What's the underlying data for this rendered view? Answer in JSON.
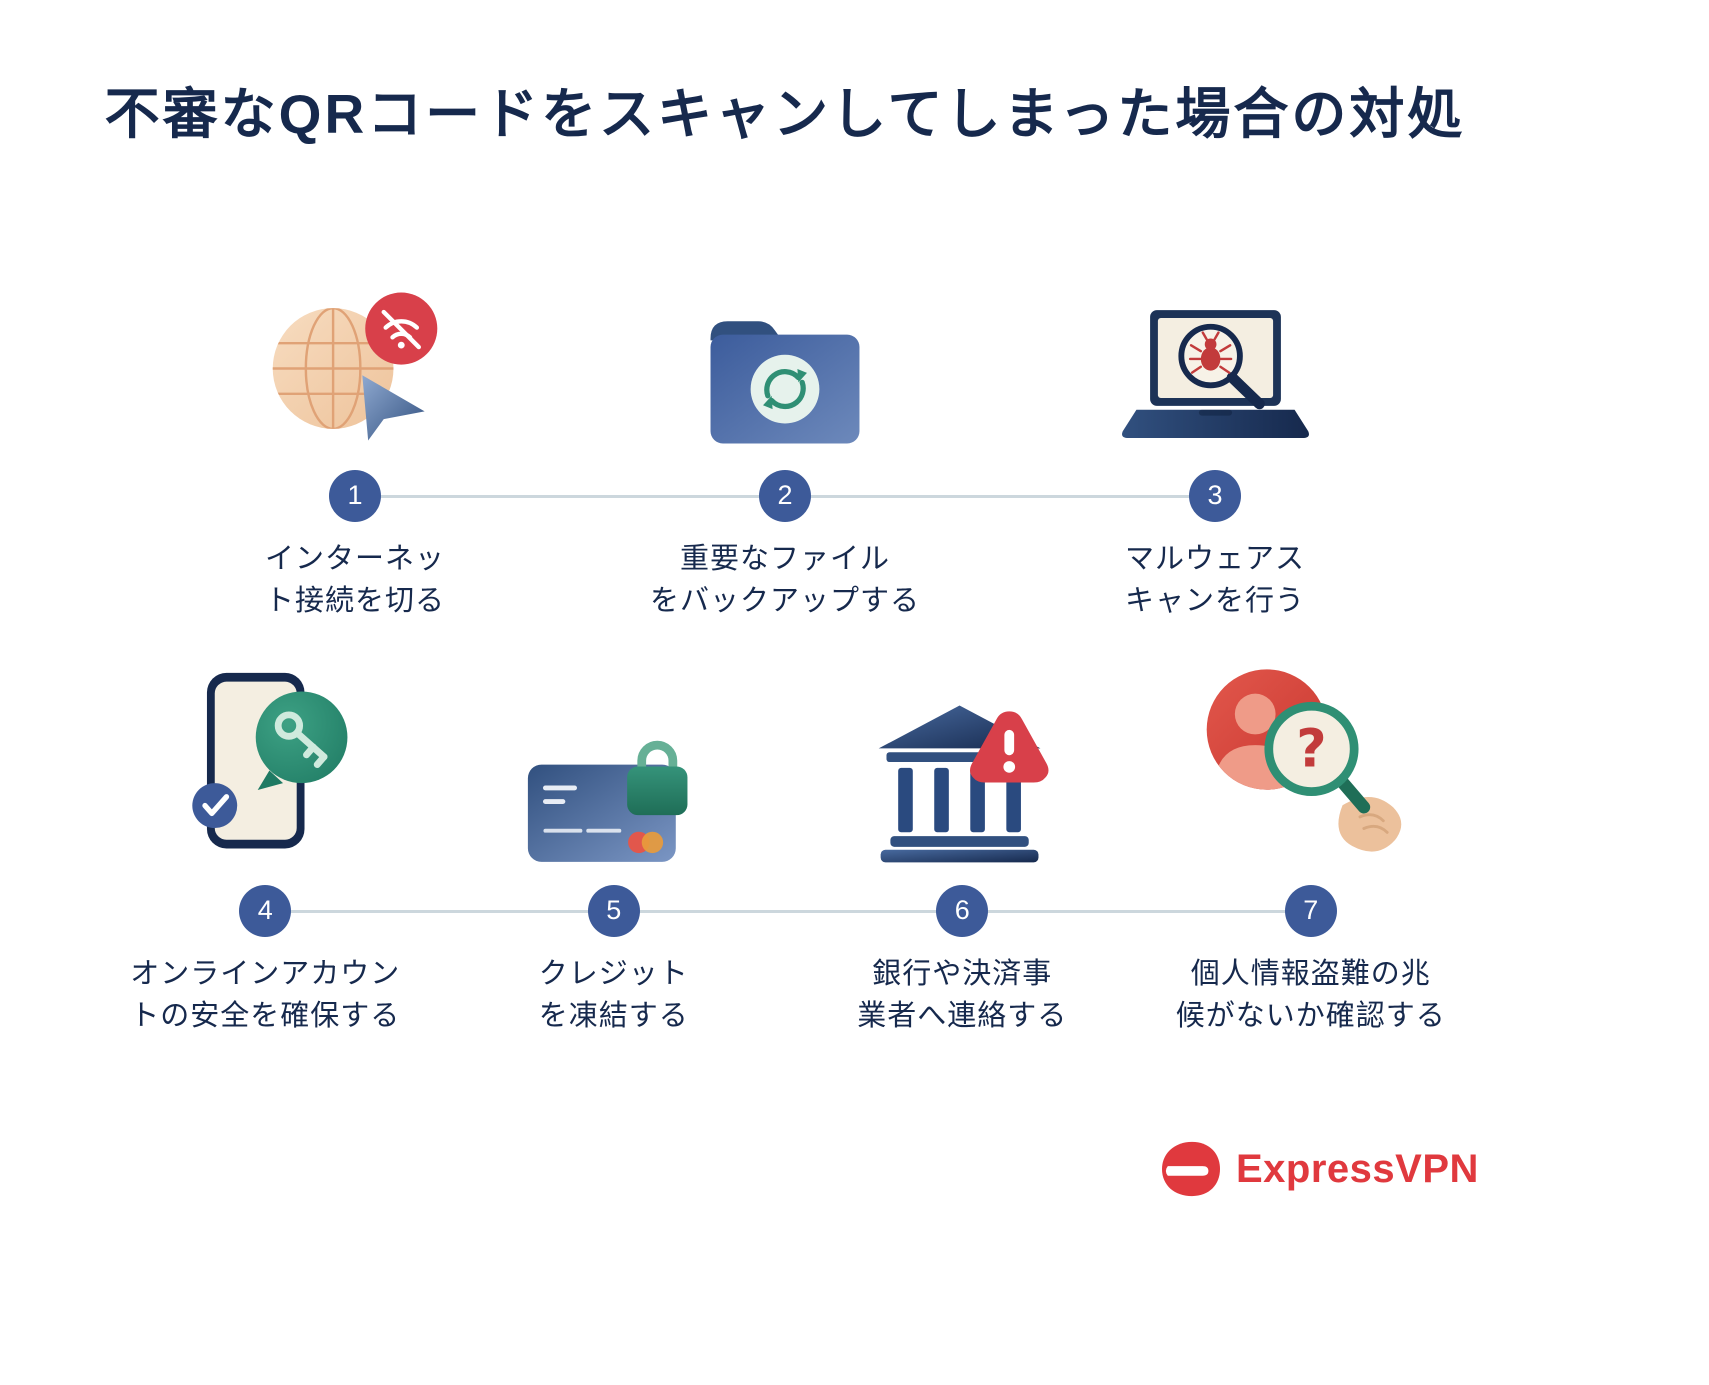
{
  "title": "不審なQRコードをスキャンしてしまった場合の対処",
  "steps": [
    {
      "number": "1",
      "label": "インターネッ\nト接続を切る",
      "icon": "internet-disconnect"
    },
    {
      "number": "2",
      "label": "重要なファイル\nをバックアップする",
      "icon": "file-backup"
    },
    {
      "number": "3",
      "label": "マルウェアス\nキャンを行う",
      "icon": "malware-scan"
    },
    {
      "number": "4",
      "label": "オンラインアカウン\nトの安全を確保する",
      "icon": "secure-online-accounts"
    },
    {
      "number": "5",
      "label": "クレジット\nを凍結する",
      "icon": "credit-freeze"
    },
    {
      "number": "6",
      "label": "銀行や決済事\n業者へ連絡する",
      "icon": "contact-bank"
    },
    {
      "number": "7",
      "label": "個人情報盗難の兆\n候がないか確認する",
      "icon": "identity-theft-check"
    }
  ],
  "brand": {
    "name": "ExpressVPN"
  },
  "colors": {
    "navy": "#16294d",
    "circle_blue": "#3d5a99",
    "line_gray": "#ccd7dd",
    "brand_red": "#e0393e",
    "alert_red": "#d8404a",
    "green": "#2f8f74",
    "peach": "#eec39b",
    "cream": "#f4eee1"
  }
}
